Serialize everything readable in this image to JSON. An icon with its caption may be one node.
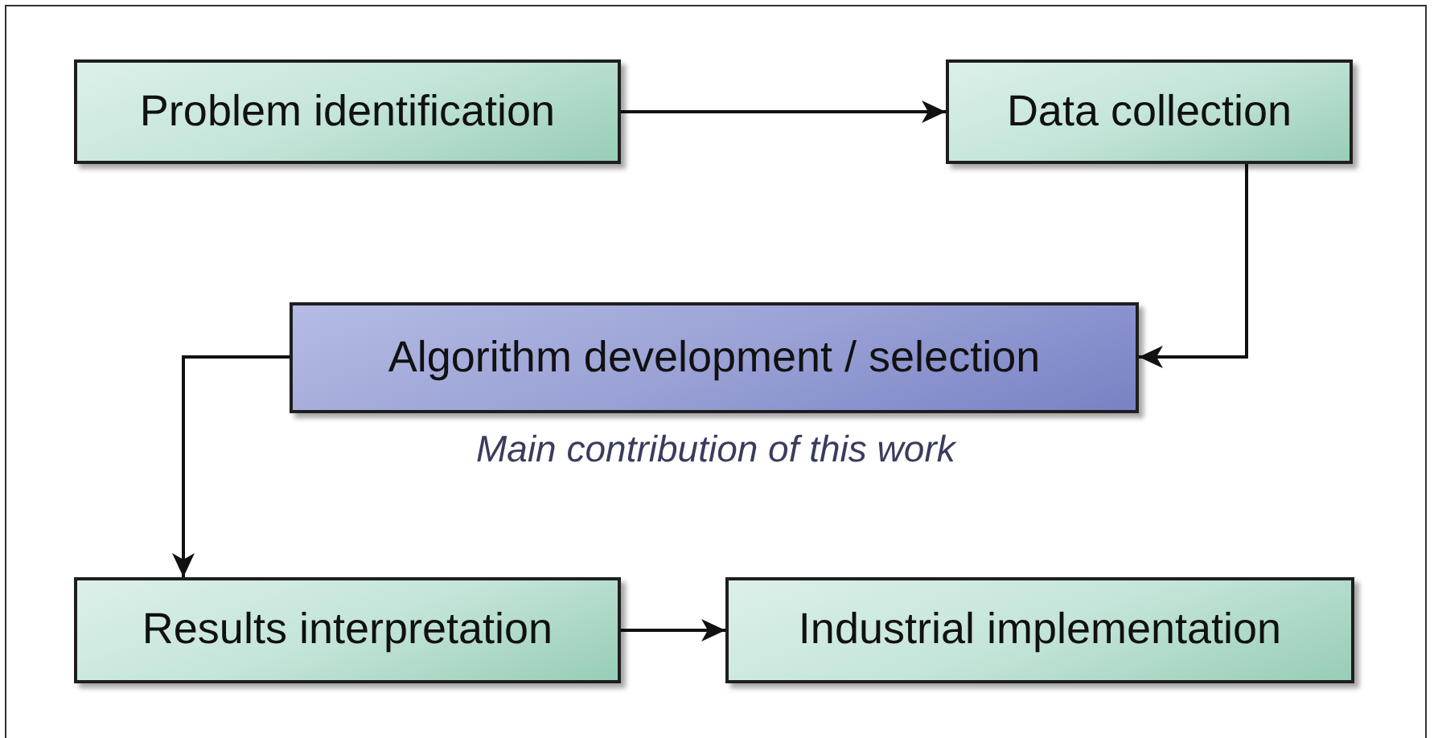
{
  "diagram": {
    "nodes": [
      {
        "text": [
          "Problem identification"
        ]
      },
      {
        "text": [
          "Data collection"
        ]
      },
      {
        "text": [
          "Algorithm development / selection"
        ],
        "beside": [
          "Main contribution of this work"
        ]
      },
      {
        "text": [
          "Results interpretation"
        ]
      },
      {
        "text": [
          "Industrial implementation"
        ]
      }
    ],
    "edges": [
      {
        "from": 0,
        "to": 1,
        "arrow": "to"
      },
      {
        "from": 1,
        "to": 2,
        "arrow": "to"
      },
      {
        "from": 2,
        "to": 3,
        "arrow": "to"
      },
      {
        "from": 3,
        "to": 4,
        "arrow": "to"
      }
    ]
  }
}
